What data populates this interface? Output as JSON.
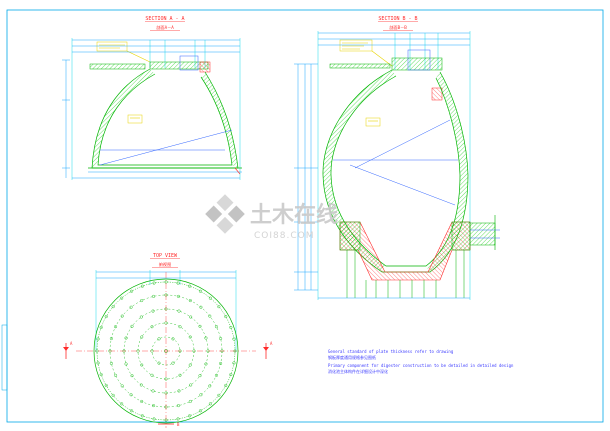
{
  "drawing": {
    "frame_color": "#00a8e8",
    "section_aa": {
      "title": "SECTION A - A",
      "subtitle": "剖面A－A"
    },
    "section_bb": {
      "title": "SECTION B - B",
      "subtitle": "剖面B－B"
    },
    "top_view": {
      "title": "TOP VIEW",
      "subtitle": "俯视图"
    },
    "notes": {
      "line1_en": "General standard of plate thickness refer to drawing",
      "line1_cn": "钢板厚度通用规格参见图纸",
      "line2_en": "Primary component for digester construction to be detailed in detailed design",
      "line2_cn": "消化池主体构件在详细设计中深化"
    },
    "watermark": {
      "text_cn": "土木在线",
      "text_en": "COI88.COM"
    },
    "section_markers": [
      "B",
      "A",
      "A"
    ],
    "icons": [
      "watermark-logo-icon",
      "section-cut-arrow-icon"
    ],
    "colors": {
      "title": "#ff2a2a",
      "dimension": "#1aa7ff",
      "wall_hatch": "#00c800",
      "foundation": "#ff2a2a",
      "callout": "#e8d400",
      "note": "#3a3aff"
    }
  }
}
